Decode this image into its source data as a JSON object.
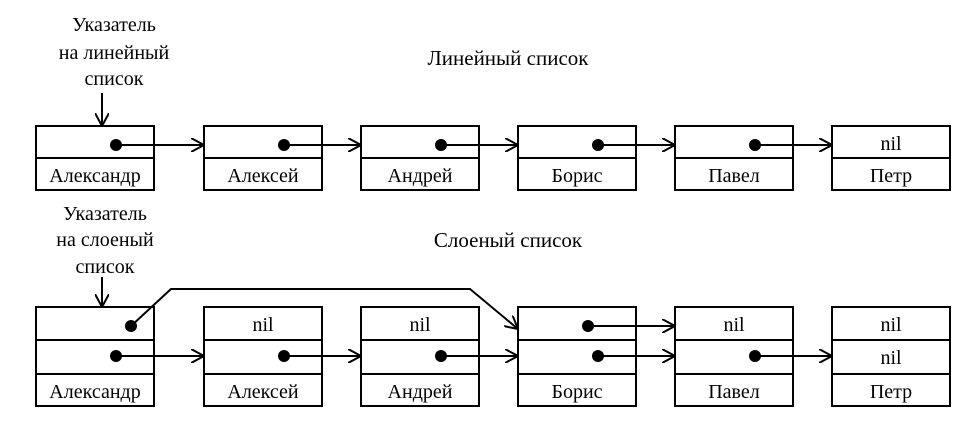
{
  "top": {
    "title": "Линейный список",
    "pointer_label": [
      "Указатель",
      "на линейный",
      "список"
    ],
    "nodes": [
      {
        "name": "Александр",
        "next": ""
      },
      {
        "name": "Алексей",
        "next": ""
      },
      {
        "name": "Андрей",
        "next": ""
      },
      {
        "name": "Борис",
        "next": ""
      },
      {
        "name": "Павел",
        "next": ""
      },
      {
        "name": "Петр",
        "next": "nil"
      }
    ]
  },
  "bottom": {
    "title": "Слоеный список",
    "pointer_label": [
      "Указатель",
      "на слоеный",
      "список"
    ],
    "nodes": [
      {
        "name": "Александр",
        "level1": "",
        "level2": ""
      },
      {
        "name": "Алексей",
        "level1": "",
        "level2": "nil"
      },
      {
        "name": "Андрей",
        "level1": "",
        "level2": "nil"
      },
      {
        "name": "Борис",
        "level1": "",
        "level2": ""
      },
      {
        "name": "Павел",
        "level1": "",
        "level2": "nil"
      },
      {
        "name": "Петр",
        "level1": "nil",
        "level2": "nil"
      }
    ]
  }
}
